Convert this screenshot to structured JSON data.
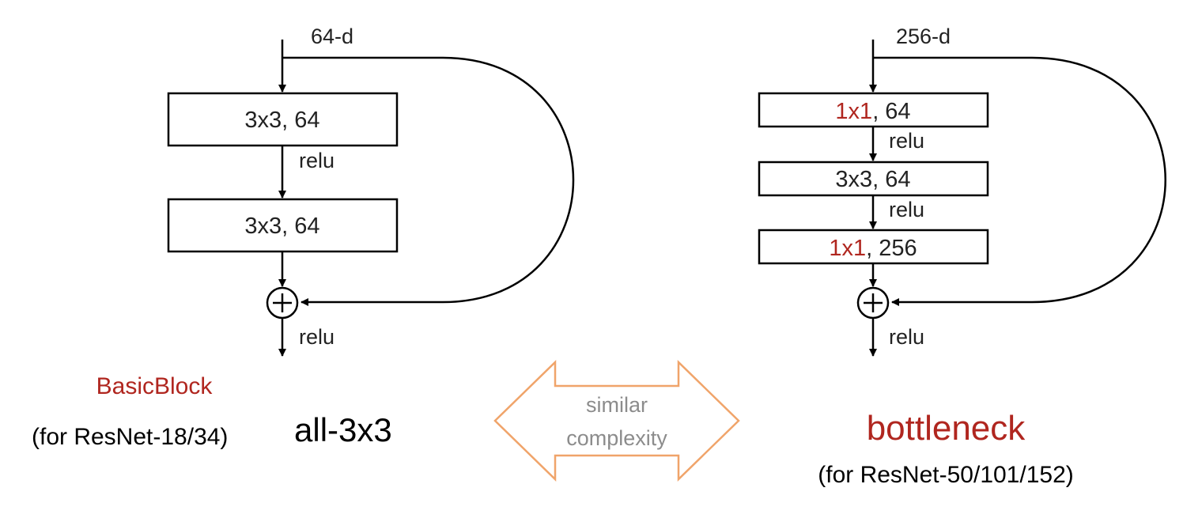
{
  "colors": {
    "accent_red": "#b0261f",
    "double_arrow_orange": "#f0a46a",
    "gray_text": "#8c8c8c",
    "line": "#000000"
  },
  "basic": {
    "input_dim": "64-d",
    "layer1": "3x3, 64",
    "layer2": "3x3, 64",
    "relu1": "relu",
    "relu_out": "relu",
    "name": "BasicBlock",
    "usage": "(for ResNet-18/34)",
    "caption": "all-3x3"
  },
  "bottleneck": {
    "input_dim": "256-d",
    "layer1_kernel": "1x1",
    "layer1_rest": ", 64",
    "layer2": "3x3, 64",
    "layer3_kernel": "1x1",
    "layer3_rest": ", 256",
    "relu1": "relu",
    "relu2": "relu",
    "relu_out": "relu",
    "name": "bottleneck",
    "usage": "(for ResNet-50/101/152)"
  },
  "comparison": {
    "line1": "similar",
    "line2": "complexity"
  }
}
